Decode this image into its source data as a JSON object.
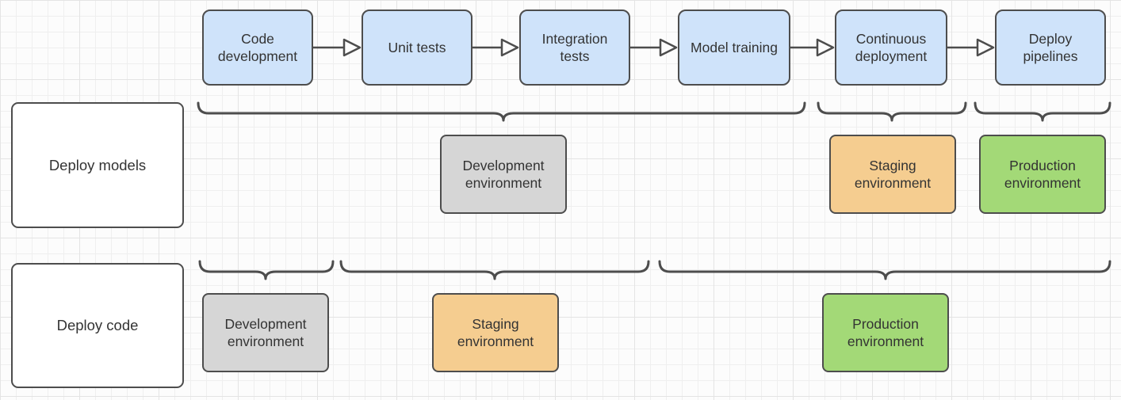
{
  "diagram": {
    "type": "flowchart",
    "process_steps": [
      {
        "label": "Code development"
      },
      {
        "label": "Unit tests"
      },
      {
        "label": "Integration tests"
      },
      {
        "label": "Model training"
      },
      {
        "label": "Continuous deployment"
      },
      {
        "label": "Deploy pipelines"
      }
    ],
    "rows": [
      {
        "label": "Deploy models",
        "environments": [
          {
            "label": "Development environment",
            "type": "development",
            "groups_steps": [
              "Code development",
              "Unit tests",
              "Integration tests",
              "Model training"
            ]
          },
          {
            "label": "Staging environment",
            "type": "staging",
            "groups_steps": [
              "Continuous deployment"
            ]
          },
          {
            "label": "Production environment",
            "type": "production",
            "groups_steps": [
              "Deploy pipelines"
            ]
          }
        ]
      },
      {
        "label": "Deploy code",
        "environments": [
          {
            "label": "Development environment",
            "type": "development",
            "groups_steps": [
              "Code development"
            ]
          },
          {
            "label": "Staging environment",
            "type": "staging",
            "groups_steps": [
              "Unit tests",
              "Integration tests"
            ]
          },
          {
            "label": "Production environment",
            "type": "production",
            "groups_steps": [
              "Model training",
              "Continuous deployment",
              "Deploy pipelines"
            ]
          }
        ]
      }
    ],
    "colors": {
      "process_fill": "#cfe3fa",
      "development_fill": "#d6d6d6",
      "staging_fill": "#f5cd90",
      "production_fill": "#a3d977",
      "stroke": "#4d4d4d",
      "text": "#333333"
    }
  }
}
